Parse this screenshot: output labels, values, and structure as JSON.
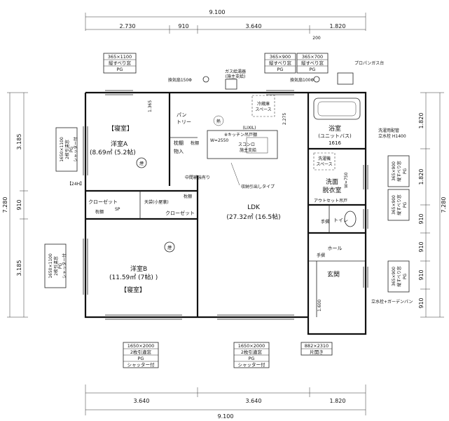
{
  "dimensions": {
    "top_total": "9.100",
    "top_parts": [
      "2.730",
      "910",
      "3.640",
      "1.820"
    ],
    "top_small": "200",
    "bottom_parts": [
      "3.640",
      "3.640",
      "1.820"
    ],
    "bottom_total": "9.100",
    "left_total": "7.280",
    "left_parts": [
      "3.185",
      "910",
      "3.185"
    ],
    "right_total": "7.280",
    "right_parts": [
      "1.820",
      "1.820",
      "910",
      "910",
      "910",
      "910"
    ],
    "inner": [
      "1.365",
      "2.275",
      "1.600"
    ]
  },
  "rooms": {
    "bedroom_a_tag": "【寝室】",
    "bedroom_a_name": "洋室A",
    "bedroom_a_area": "(8.69㎡ (5.2帖)",
    "bedroom_b_name": "洋室B",
    "bedroom_b_area": "(11.59㎡ (7帖) )",
    "bedroom_b_tag": "【寝室】",
    "ldk_name": "LDK",
    "ldk_area": "(27.32㎡ (16.5帖)",
    "bath_name": "浴室",
    "bath_sub": "(ユニットバス)",
    "bath_code": "1616",
    "washroom_1": "洗面",
    "washroom_2": "脱衣室",
    "hall": "ホール",
    "entrance": "玄関",
    "pantry_1": "パン",
    "pantry_2": "トリー",
    "storage_1": "枕棚",
    "storage_2": "物入",
    "closet_1": "クローゼット",
    "closet_2": "クローゼット",
    "toilet": "トイレ",
    "fridge_1": "冷蔵庫",
    "fridge_2": "スペース",
    "washer_1": "洗濯機",
    "washer_2": "スペース",
    "shelf_1": "枕棚",
    "shelf_2": "枕棚",
    "shelf_3": "枕棚"
  },
  "labels": {
    "gas_heater": "ガス給湯器",
    "owner_supply": "(施主支給)",
    "propane": "プロパンガス台",
    "vent_150": "換気扇150Φ",
    "vent_100": "換気扇100Φ",
    "heat": "熱",
    "lixil": "(LIXIL)",
    "kitchen_cab": "※キッチン吊戸棚",
    "w2550": "W=2550",
    "range_hood": "スコンロ",
    "owner_supply_2": "施主支給",
    "drawer": "収納引出しタイプ",
    "corridor_rail": "中間補強有り",
    "laundry_pipe": "洗濯用配管",
    "faucet": "立水栓 H1400",
    "outlet_door": "アウトセット吊戸",
    "handrail": "手摺",
    "handrail_2": "手摺",
    "ceiling_storage": "天袋(小屋裏)",
    "garden_tap": "立水栓+ガーデンパン",
    "w750": "W=750",
    "sp": "SP",
    "smoke_1": "煙",
    "smoke_2": "煙",
    "code_24h": "【24H】",
    "kitchen_vent": "換気扇",
    "bath_vent": "換気扇100Φ"
  },
  "windows": {
    "top_a_size": "365×1100",
    "top_a_type": "縦すべり窓",
    "top_a_glass": "PG",
    "top_b_size": "365×900",
    "top_b_type": "縦すべり窓",
    "top_b_glass": "PG",
    "top_c_size": "365×700",
    "top_c_type": "縦すべり窓",
    "top_c_glass": "PG",
    "left_a": "1650×1100",
    "left_a_type": "2枚引違窓",
    "left_a_glass": "PG",
    "left_a_shutter": "シャッター付",
    "left_b": "1650×1100",
    "left_b_type": "2枚引違窓",
    "left_b_glass": "PG",
    "left_b_shutter": "シャッター付",
    "right_a": "365×900",
    "right_b": "365×900",
    "right_c": "365×900",
    "right_type": "縦すべり窓",
    "right_glass": "PG",
    "bottom_a_size": "1650×2000",
    "bottom_a_type": "2枚引違窓",
    "bottom_a_glass": "PG",
    "bottom_a_shutter": "シャッター付",
    "bottom_b_size": "1650×2000",
    "bottom_b_type": "2枚引違窓",
    "bottom_b_glass": "PG",
    "bottom_b_shutter": "シャッター付",
    "bottom_c_size": "882×2310",
    "bottom_c_type": "片開き"
  }
}
